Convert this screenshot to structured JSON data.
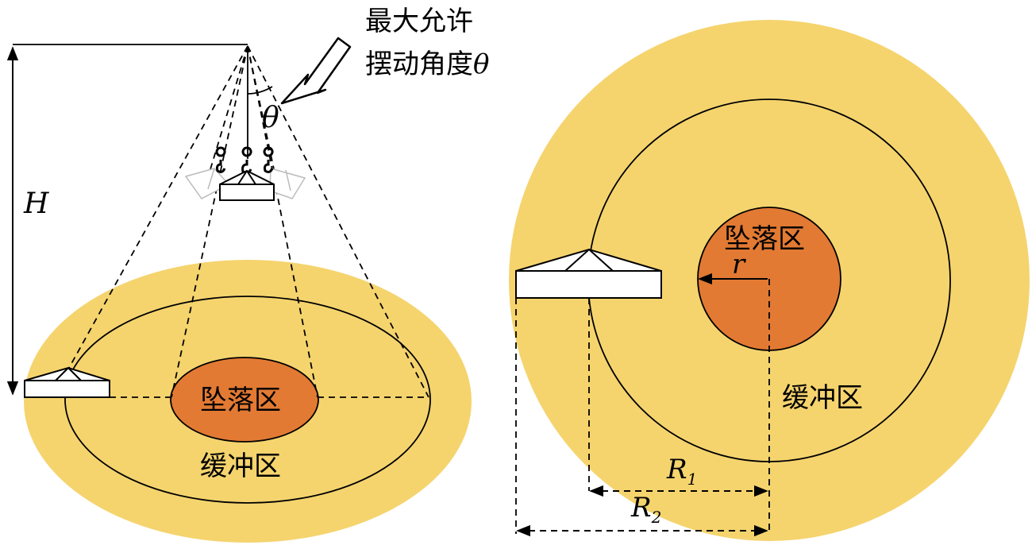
{
  "labels": {
    "max_swing_line1": "最大允许",
    "max_swing_line2": "摆动角度",
    "theta": "θ",
    "height": "H",
    "fall_zone": "坠落区",
    "buffer_zone": "缓冲区",
    "radius_r": "r",
    "radius_R": "R",
    "sub_1": "1",
    "sub_2": "2"
  },
  "colors": {
    "buffer_zone": "#F5D46E",
    "fall_zone": "#E27A33",
    "load_fill": "#FFFFFF",
    "ghost_load": "#BBBBBB",
    "line": "#000000"
  },
  "icons": {
    "pointer": "hollow-arrow-icon",
    "hook": "crane-hook-icon",
    "load": "hoisted-load-icon"
  }
}
